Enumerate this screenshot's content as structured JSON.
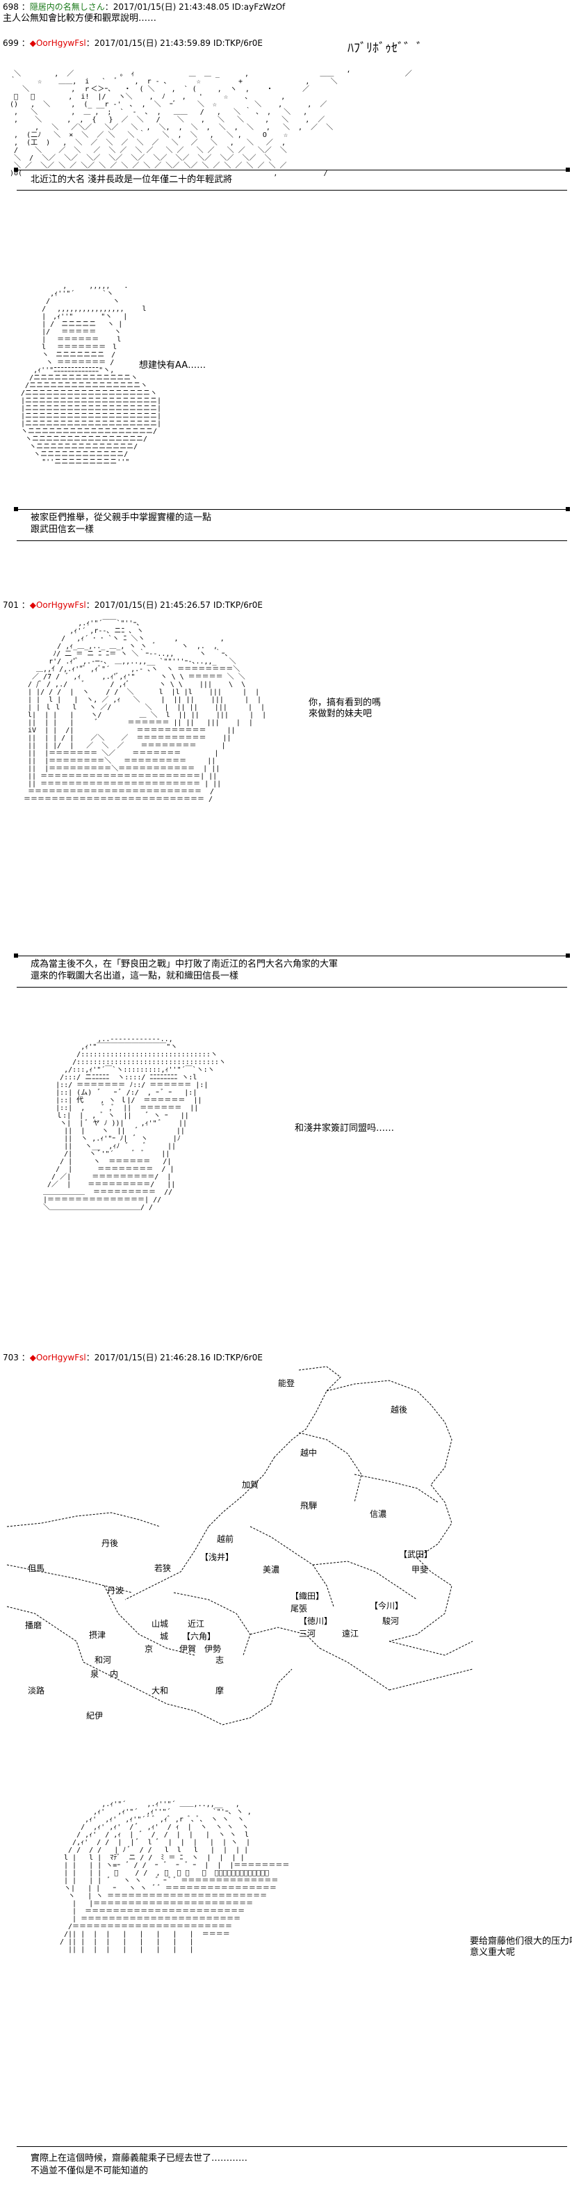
{
  "posts": [
    {
      "num": "698",
      "name": "隠居内の名無しさん",
      "date": "2017/01/15(日) 21:43:48.05",
      "id": "ID:ayFzWzOf",
      "body": "主人公無知會比較方便和觀眾說明……"
    },
    {
      "num": "699",
      "name": "OorHgywFsl",
      "date": "2017/01/15(日) 21:43:59.89",
      "id": "ID:TKP/6r0E"
    },
    {
      "num": "701",
      "name": "OorHgywFsl",
      "date": "2017/01/15(日) 21:45:26.57",
      "id": "ID:TKP/6r0E"
    },
    {
      "num": "703",
      "name": "OorHgywFsl",
      "date": "2017/01/15(日) 21:46:28.16",
      "id": "ID:TKP/6r0E"
    }
  ],
  "captions": {
    "c1": "北近江的大名 淺井長政是一位年僅二十的年輕武將",
    "c2a": "被家臣們推舉，從父親手中掌握實權的這一點",
    "c2b": "跟武田信玄一樣",
    "c3a": "成為當主後不久，在「野良田之戰」中打敗了南近江的名門大名六角家的大軍",
    "c3b": "還來的作戰圖大名出道，這一點，就和織田信長一樣",
    "c4a": "實際上在這個時候，齋藤義龍乘子已經去世了…………",
    "c4b": "不過並不僅似是不可能知道的"
  },
  "speech": {
    "s1": "想建快有AA……",
    "s2a": "你，搞有看到的嗎",
    "s2b": "來做對的妹夫吧",
    "s3": "和淺井家簽訂同盟吗……",
    "s4a": "要给齋藤他们很大的压力吗",
    "s4b": "意义重大呢"
  },
  "sfx": "ﾊﾌﾞﾘﾎﾞｩｾﾞ゛ﾞ",
  "map": {
    "labels": [
      "能登",
      "越後",
      "越中",
      "加賀",
      "飛騨",
      "信濃",
      "越前",
      "【武田】",
      "甲斐",
      "丹後",
      "但馬",
      "若狭",
      "【浅井】",
      "美濃",
      "丹波",
      "【織田】",
      "尾張",
      "【今川】",
      "播磨",
      "摂津",
      "山城",
      "近江",
      "【徳川】",
      "三河",
      "遠江",
      "駿河",
      "城",
      "【六角】",
      "京",
      "伊勢",
      "伊賀",
      "和河",
      "泉",
      "内",
      "志",
      "淡路",
      "大和",
      "摩",
      "紀伊"
    ]
  }
}
